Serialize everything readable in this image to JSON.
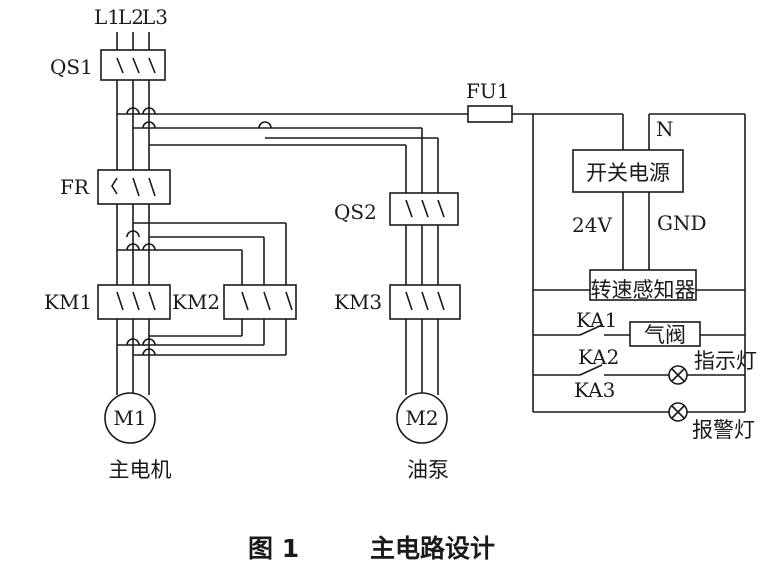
{
  "supply": {
    "l1": "L1",
    "l2": "L2",
    "l3": "L3"
  },
  "components": {
    "qs1": "QS1",
    "fr": "FR",
    "km1": "KM1",
    "km2": "KM2",
    "qs2": "QS2",
    "km3": "KM3",
    "fu1": "FU1",
    "n": "N",
    "power": "开关电源",
    "v24": "24V",
    "gnd": "GND",
    "sensor": "转速感知器",
    "ka1": "KA1",
    "ka2": "KA2",
    "ka3": "KA3",
    "valve": "气阀",
    "indicator": "指示灯",
    "alarm": "报警灯"
  },
  "motors": {
    "m1": {
      "label": "M1",
      "caption": "主电机"
    },
    "m2": {
      "label": "M2",
      "caption": "油泵"
    }
  },
  "figure": {
    "number": "图 1",
    "title": "主电路设计"
  }
}
